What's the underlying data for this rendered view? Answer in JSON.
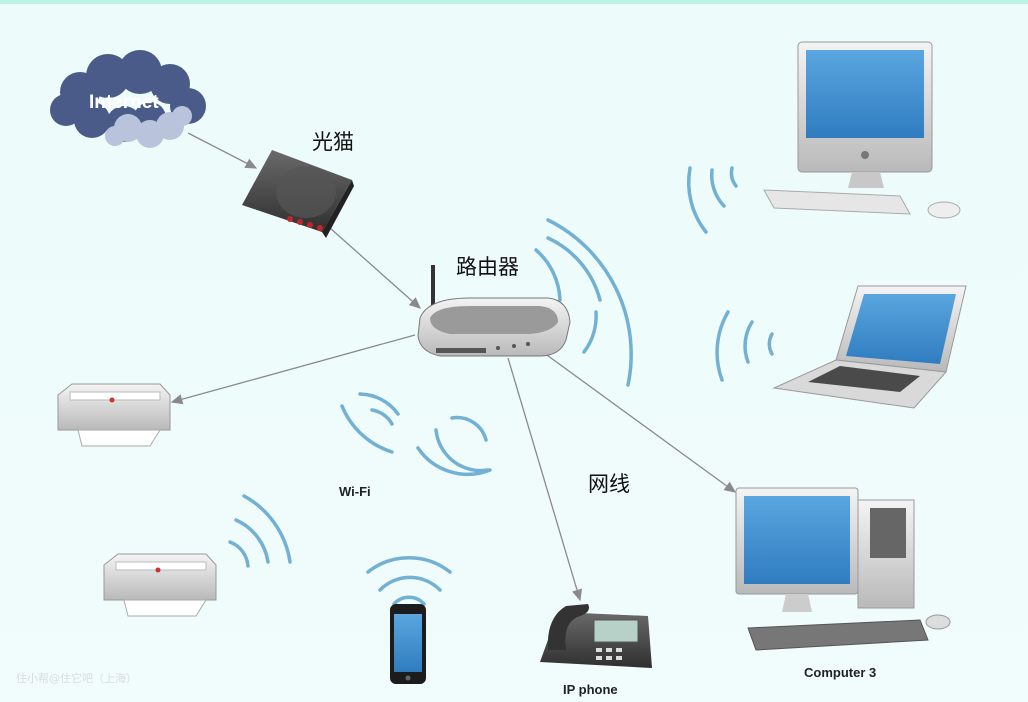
{
  "diagram": {
    "internet_label": "Internet",
    "modem_label": "光猫",
    "router_label": "路由器",
    "cable_label": "网线",
    "wifi_label": "Wi-Fi",
    "ip_phone_label": "IP phone",
    "computer3_label": "Computer 3"
  },
  "watermark": "住小帮@住它吧（上海）",
  "colors": {
    "wifi_wave": "#6fafd4",
    "cloud": "#4a5b89",
    "screen": "#4d9bd6",
    "connector": "#888888"
  }
}
